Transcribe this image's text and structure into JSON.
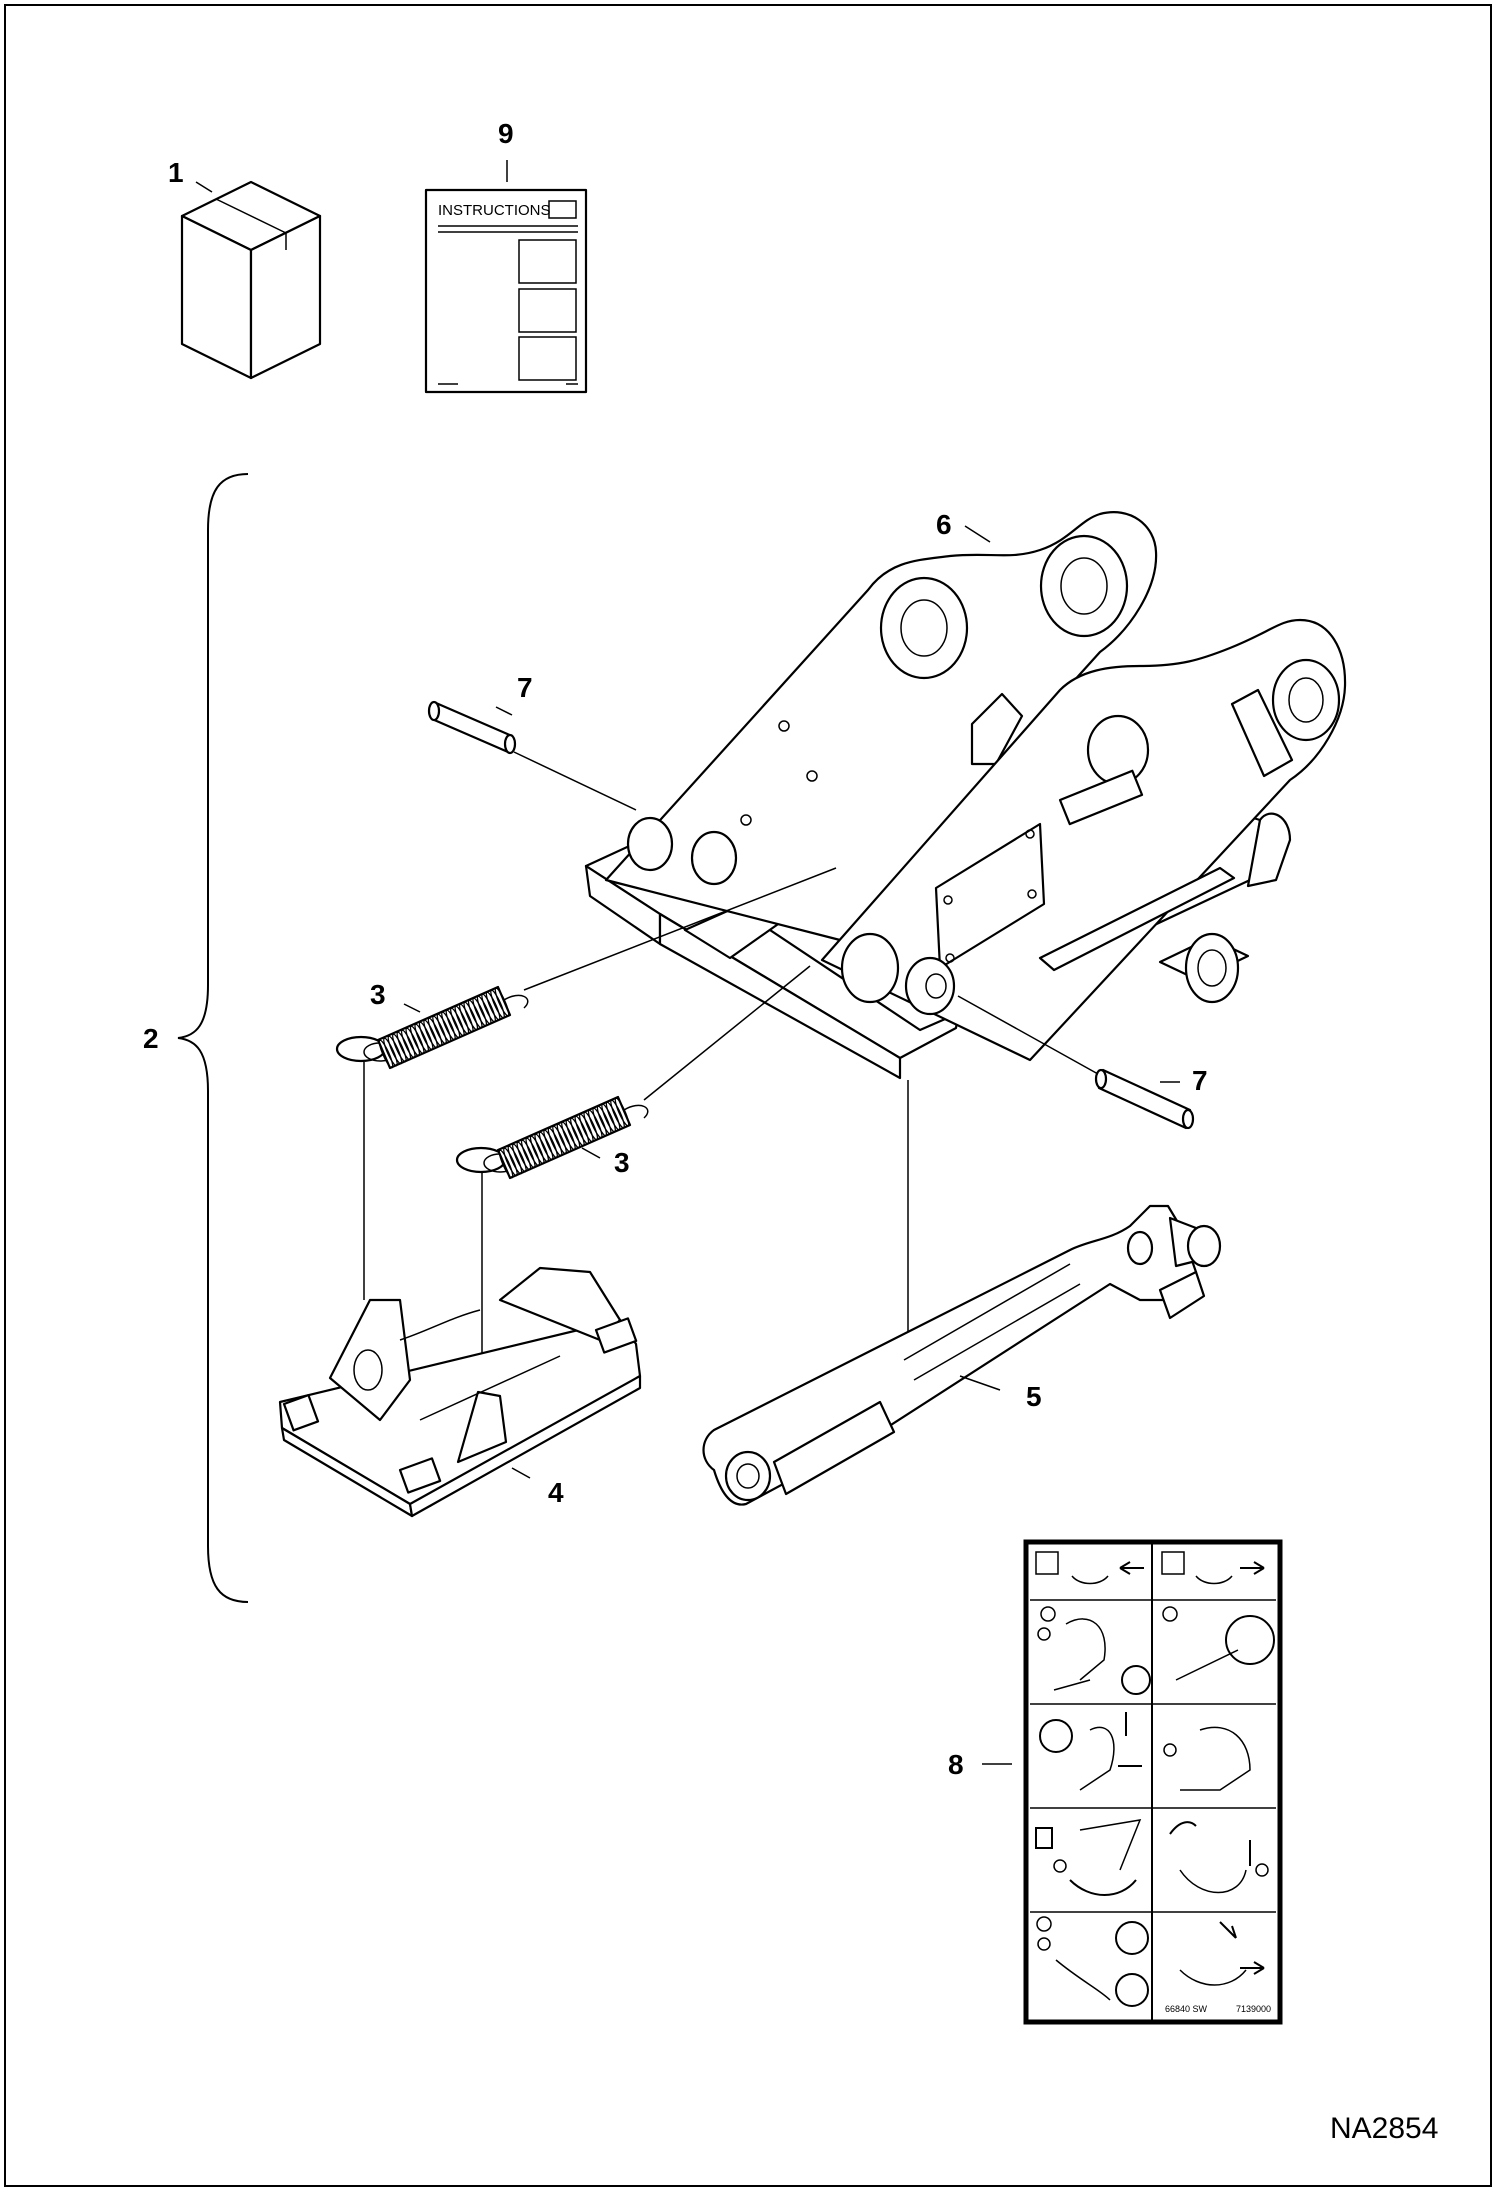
{
  "callouts": [
    {
      "id": "1"
    },
    {
      "id": "9"
    },
    {
      "id": "6"
    },
    {
      "id": "7a",
      "text": "7"
    },
    {
      "id": "2"
    },
    {
      "id": "3a",
      "text": "3"
    },
    {
      "id": "3b",
      "text": "3"
    },
    {
      "id": "7b",
      "text": "7"
    },
    {
      "id": "5"
    },
    {
      "id": "4"
    },
    {
      "id": "8"
    }
  ],
  "labels": {
    "c1": "1",
    "c9": "9",
    "c6": "6",
    "c7a": "7",
    "c2": "2",
    "c3a": "3",
    "c3b": "3",
    "c7b": "7",
    "c5": "5",
    "c4": "4",
    "c8": "8"
  },
  "instructions_sheet": {
    "title": "INSTRUCTIONS"
  },
  "decal": {
    "left_code": "66840 SW",
    "right_code": "7139000"
  },
  "figure_id": "NA2854"
}
